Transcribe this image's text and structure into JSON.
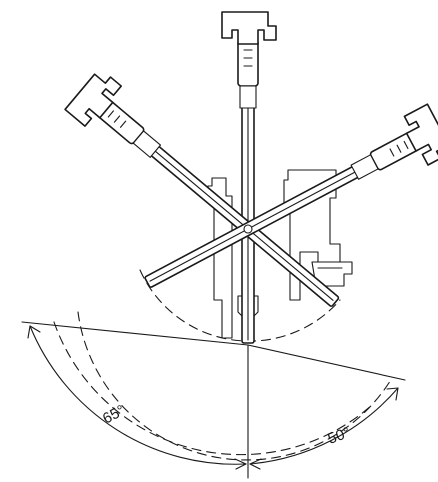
{
  "diagram": {
    "angles": {
      "left": "65°",
      "right": "50°"
    },
    "swing_left_deg": 65,
    "swing_right_deg": 50,
    "colors": {
      "ink": "#1a1a1a",
      "background": "#ffffff"
    }
  }
}
